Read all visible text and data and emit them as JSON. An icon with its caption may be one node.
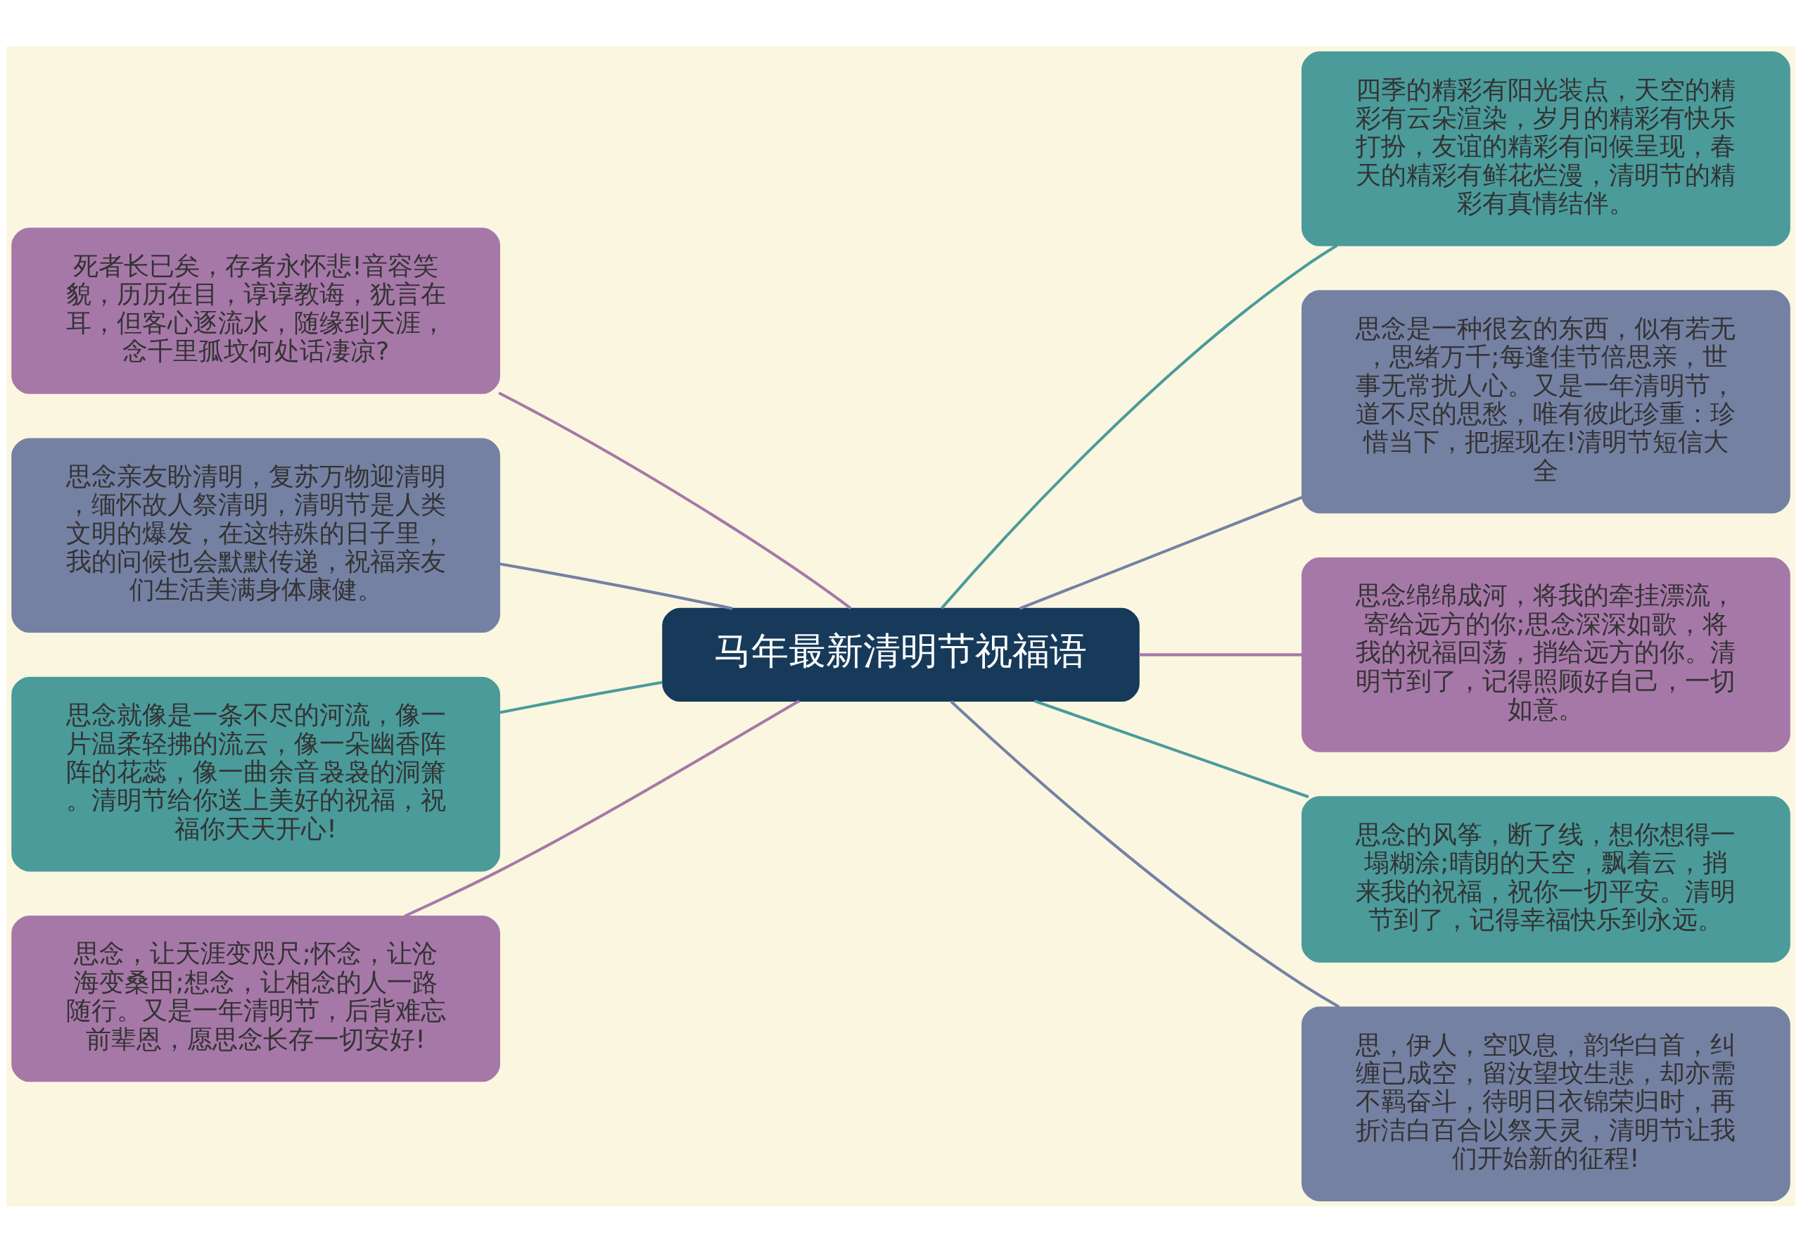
{
  "diagram": {
    "nodes": [
      {
        "text": [
          "马年最新清明节祝福语"
        ]
      },
      {
        "text": [
          "死者长已矣，存者永怀悲!音容笑貌，历历在目，谆谆教诲，犹言在耳，但客心逐流水，随缘到天涯，念千里孤坟何处话凄凉?"
        ]
      },
      {
        "text": [
          "思念亲友盼清明，复苏万物迎清明，缅怀故人祭清明，清明节是人类文明的爆发，在这特殊的日子里，我的问候也会默默传递，祝福亲友们生活美满身体康健。"
        ]
      },
      {
        "text": [
          "思念就像是一条不尽的河流，像一片温柔轻拂的流云，像一朵幽香阵阵的花蕊，像一曲余音袅袅的洞箫。清明节给你送上美好的祝福，祝福你天天开心!"
        ]
      },
      {
        "text": [
          "思念，让天涯变咫尺;怀念，让沧海变桑田;想念，让相念的人一路随行。又是一年清明节，后背难忘前辈恩，愿思念长存一切安好!"
        ]
      },
      {
        "text": [
          "四季的精彩有阳光装点，天空的精彩有云朵渲染，岁月的精彩有快乐打扮，友谊的精彩有问候呈现，春天的精彩有鲜花烂漫，清明节的精彩有真情结伴。"
        ]
      },
      {
        "text": [
          "思念是一种很玄的东西，似有若无，思绪万千;每逢佳节倍思亲，世事无常扰人心。又是一年清明节，道不尽的思愁，唯有彼此珍重：珍惜当下，把握现在!清明节短信大全"
        ]
      },
      {
        "text": [
          "思念绵绵成河，将我的牵挂漂流，寄给远方的你;思念深深如歌，将我的祝福回荡，捎给远方的你。清明节到了，记得照顾好自己，一切如意。"
        ]
      },
      {
        "text": [
          "思念的风筝，断了线，想你想得一塌糊涂;晴朗的天空，飘着云，捎来我的祝福，祝你一切平安。清明节到了，记得幸福快乐到永远。"
        ]
      },
      {
        "text": [
          "思，伊人，空叹息，韵华白首，纠缠已成空，留汝望坟生悲，却亦需不羁奋斗，待明日衣锦荣归时，再折洁白百合以祭天灵，清明节让我们开始新的征程!"
        ]
      }
    ],
    "edges": [
      {
        "from": 0,
        "to": 1,
        "arrow": "none",
        "color": "#a678a8"
      },
      {
        "from": 0,
        "to": 2,
        "arrow": "none",
        "color": "#7581a3"
      },
      {
        "from": 0,
        "to": 3,
        "arrow": "none",
        "color": "#4b9b9b"
      },
      {
        "from": 0,
        "to": 4,
        "arrow": "none",
        "color": "#a678a8"
      },
      {
        "from": 0,
        "to": 5,
        "arrow": "none",
        "color": "#4b9b9b"
      },
      {
        "from": 0,
        "to": 6,
        "arrow": "none",
        "color": "#7581a3"
      },
      {
        "from": 0,
        "to": 7,
        "arrow": "none",
        "color": "#a678a8"
      },
      {
        "from": 0,
        "to": 8,
        "arrow": "none",
        "color": "#4b9b9b"
      },
      {
        "from": 0,
        "to": 9,
        "arrow": "none",
        "color": "#7581a3"
      }
    ]
  }
}
